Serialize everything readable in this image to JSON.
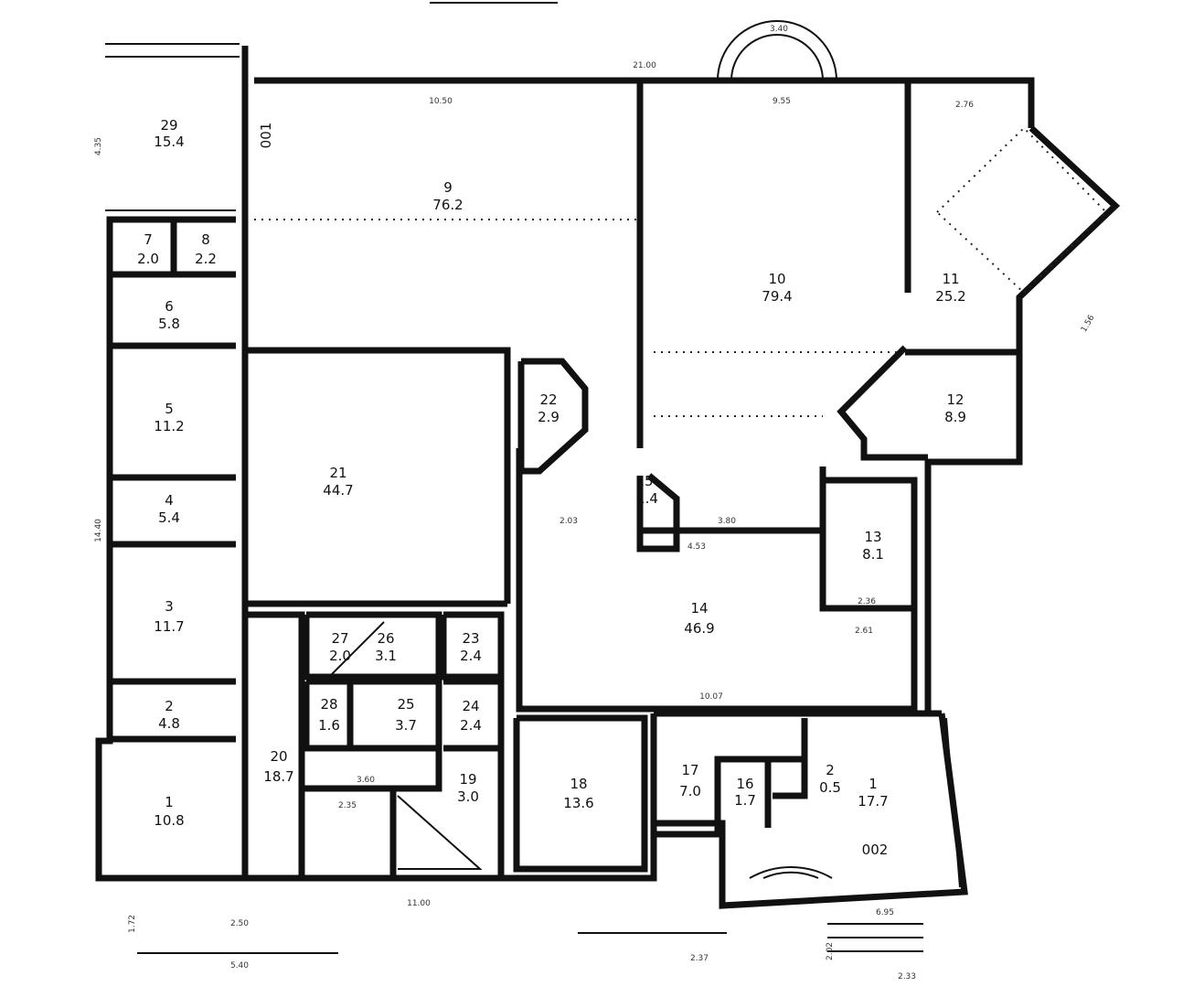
{
  "plan": {
    "rooms": [
      {
        "id": "29",
        "area": "15.4"
      },
      {
        "id": "9",
        "area": "76.2"
      },
      {
        "id": "10",
        "area": "79.4"
      },
      {
        "id": "11",
        "area": "25.2"
      },
      {
        "id": "7",
        "area": "2.0"
      },
      {
        "id": "8",
        "area": "2.2"
      },
      {
        "id": "6",
        "area": "5.8"
      },
      {
        "id": "5",
        "area": "11.2"
      },
      {
        "id": "4",
        "area": "5.4"
      },
      {
        "id": "3",
        "area": "11.7"
      },
      {
        "id": "2",
        "area": "4.8"
      },
      {
        "id": "1",
        "area": "10.8"
      },
      {
        "id": "21",
        "area": "44.7"
      },
      {
        "id": "22",
        "area": "2.9"
      },
      {
        "id": "15",
        "area": "1.4"
      },
      {
        "id": "13",
        "area": "8.1"
      },
      {
        "id": "12",
        "area": "8.9"
      },
      {
        "id": "14",
        "area": "46.9"
      },
      {
        "id": "27",
        "area": "2.0"
      },
      {
        "id": "26",
        "area": "3.1"
      },
      {
        "id": "23",
        "area": "2.4"
      },
      {
        "id": "28",
        "area": "1.6"
      },
      {
        "id": "25",
        "area": "3.7"
      },
      {
        "id": "24",
        "area": "2.4"
      },
      {
        "id": "20",
        "area": "18.7"
      },
      {
        "id": "19",
        "area": "3.0"
      },
      {
        "id": "18",
        "area": "13.6"
      },
      {
        "id": "17",
        "area": "7.0"
      },
      {
        "id": "16",
        "area": "1.7"
      },
      {
        "id": "2",
        "area": "0.5"
      },
      {
        "id": "1",
        "area": "17.7"
      }
    ],
    "labels": [
      "001",
      "002"
    ],
    "dimensions": [
      "21.00",
      "3.40",
      "9.55",
      "10.50",
      "2.76",
      "4.35",
      "14.40",
      "11.00",
      "5.40",
      "2.50",
      "6.95",
      "2.33",
      "2.37",
      "3.60",
      "2.35",
      "3.80",
      "4.53",
      "2.03",
      "10.07",
      "2.61",
      "2.36",
      "1.72",
      "1.56",
      "2.02"
    ]
  }
}
